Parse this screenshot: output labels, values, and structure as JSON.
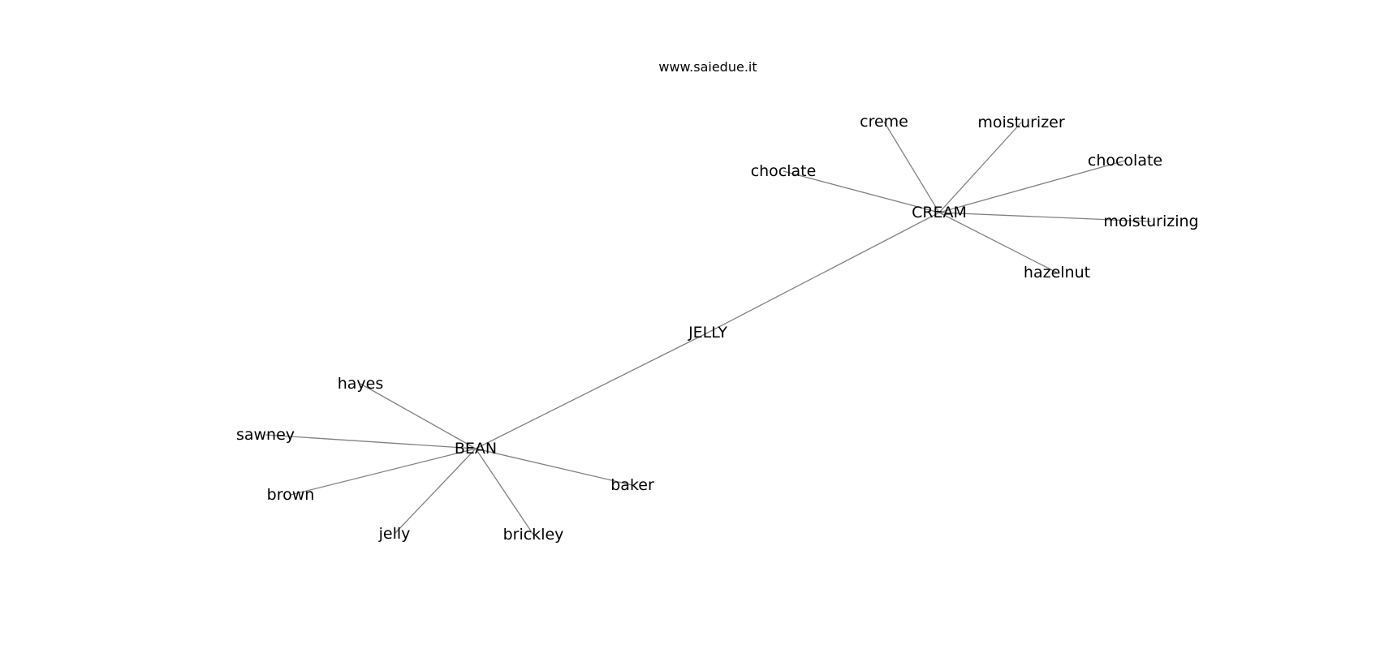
{
  "watermark": "www.saiedue.it",
  "graph": {
    "edge_color": "#808080",
    "label_color": "#000000",
    "nodes": [
      {
        "id": "JELLY",
        "label": "JELLY"
      },
      {
        "id": "CREAM",
        "label": "CREAM"
      },
      {
        "id": "BEAN",
        "label": "BEAN"
      },
      {
        "id": "creme",
        "label": "creme"
      },
      {
        "id": "moisturizer",
        "label": "moisturizer"
      },
      {
        "id": "choclate",
        "label": "choclate"
      },
      {
        "id": "chocolate",
        "label": "chocolate"
      },
      {
        "id": "moisturizing",
        "label": "moisturizing"
      },
      {
        "id": "hazelnut",
        "label": "hazelnut"
      },
      {
        "id": "hayes",
        "label": "hayes"
      },
      {
        "id": "sawney",
        "label": "sawney"
      },
      {
        "id": "brown",
        "label": "brown"
      },
      {
        "id": "baker",
        "label": "baker"
      },
      {
        "id": "jelly",
        "label": "jelly"
      },
      {
        "id": "brickley",
        "label": "brickley"
      }
    ],
    "edges": [
      [
        "JELLY",
        "CREAM"
      ],
      [
        "JELLY",
        "BEAN"
      ],
      [
        "CREAM",
        "creme"
      ],
      [
        "CREAM",
        "moisturizer"
      ],
      [
        "CREAM",
        "choclate"
      ],
      [
        "CREAM",
        "chocolate"
      ],
      [
        "CREAM",
        "moisturizing"
      ],
      [
        "CREAM",
        "hazelnut"
      ],
      [
        "BEAN",
        "hayes"
      ],
      [
        "BEAN",
        "sawney"
      ],
      [
        "BEAN",
        "brown"
      ],
      [
        "BEAN",
        "baker"
      ],
      [
        "BEAN",
        "jelly"
      ],
      [
        "BEAN",
        "brickley"
      ]
    ]
  }
}
